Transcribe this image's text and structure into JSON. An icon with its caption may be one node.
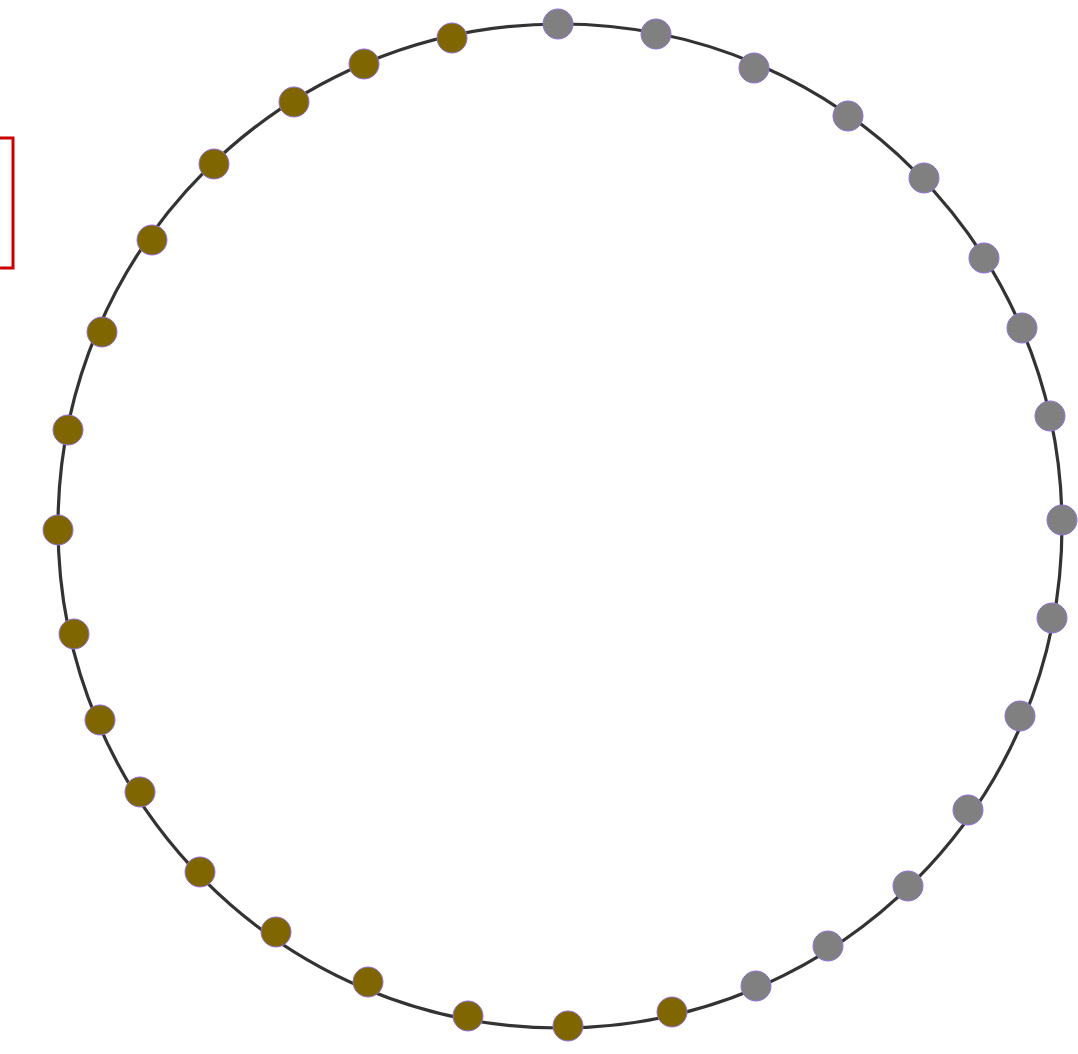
{
  "diagram": {
    "nodes": [
      {
        "text": [],
        "shape": "box"
      },
      {
        "text": [],
        "shape": "circle"
      },
      {
        "text": [],
        "shape": "circle"
      },
      {
        "text": [],
        "shape": "circle"
      },
      {
        "text": [],
        "shape": "circle"
      },
      {
        "text": [],
        "shape": "circle"
      },
      {
        "text": [],
        "shape": "circle"
      },
      {
        "text": [],
        "shape": "circle"
      },
      {
        "text": [],
        "shape": "circle"
      },
      {
        "text": [],
        "shape": "circle"
      },
      {
        "text": [],
        "shape": "circle"
      },
      {
        "text": [],
        "shape": "circle"
      },
      {
        "text": [],
        "shape": "circle"
      },
      {
        "text": [],
        "shape": "circle"
      },
      {
        "text": [],
        "shape": "circle"
      },
      {
        "text": [],
        "shape": "circle"
      },
      {
        "text": [],
        "shape": "circle"
      },
      {
        "text": [],
        "shape": "circle"
      },
      {
        "text": [],
        "shape": "circle"
      },
      {
        "text": [],
        "shape": "circle"
      },
      {
        "text": [],
        "shape": "circle"
      },
      {
        "text": [],
        "shape": "circle"
      },
      {
        "text": [],
        "shape": "circle"
      },
      {
        "text": [],
        "shape": "circle"
      },
      {
        "text": [],
        "shape": "circle"
      },
      {
        "text": [],
        "shape": "circle"
      },
      {
        "text": [],
        "shape": "circle"
      },
      {
        "text": [],
        "shape": "circle"
      },
      {
        "text": [],
        "shape": "circle"
      },
      {
        "text": [],
        "shape": "circle"
      },
      {
        "text": [],
        "shape": "circle"
      },
      {
        "text": [],
        "shape": "circle"
      },
      {
        "text": [],
        "shape": "circle"
      }
    ]
  }
}
